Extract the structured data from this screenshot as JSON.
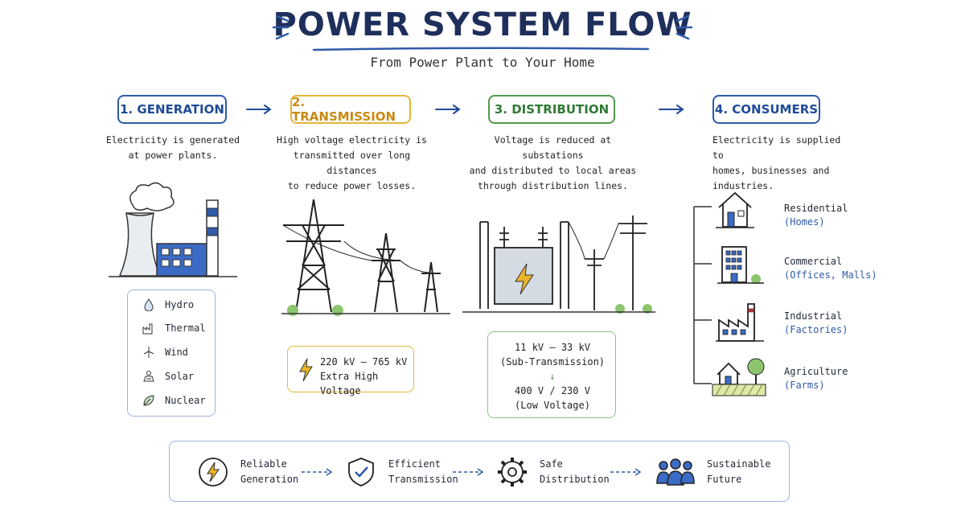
{
  "header": {
    "title": "POWER SYSTEM FLOW",
    "subtitle": "From Power Plant to Your Home"
  },
  "stages": [
    {
      "label": "1. GENERATION",
      "description": "Electricity is generated\nat power plants."
    },
    {
      "label": "2. TRANSMISSION",
      "description": "High voltage electricity is\ntransmitted over long distances\nto reduce power losses."
    },
    {
      "label": "3. DISTRIBUTION",
      "description": "Voltage is reduced at substations\nand distributed to local areas\nthrough distribution lines."
    },
    {
      "label": "4. CONSUMERS",
      "description": "Electricity is supplied to\nhomes, businesses and\nindustries."
    }
  ],
  "sources": [
    {
      "label": "Hydro",
      "icon": "water-drop-icon"
    },
    {
      "label": "Thermal",
      "icon": "factory-icon"
    },
    {
      "label": "Wind",
      "icon": "wind-turbine-icon"
    },
    {
      "label": "Solar",
      "icon": "solar-panel-icon"
    },
    {
      "label": "Nuclear",
      "icon": "leaf-icon"
    }
  ],
  "transmission_voltage": {
    "range": "220 kV – 765 kV",
    "label": "Extra High Voltage"
  },
  "distribution_voltage": {
    "high_range": "11 kV – 33 kV",
    "high_label": "(Sub-Transmission)",
    "low_range": "400 V / 230 V",
    "low_label": "(Low Voltage)",
    "arrow": "↓"
  },
  "consumers": [
    {
      "name": "Residential",
      "sub": "(Homes)",
      "icon": "house-icon"
    },
    {
      "name": "Commercial",
      "sub": "(Offices, Malls)",
      "icon": "office-building-icon"
    },
    {
      "name": "Industrial",
      "sub": "(Factories)",
      "icon": "factory-icon"
    },
    {
      "name": "Agriculture",
      "sub": "(Farms)",
      "icon": "farm-icon"
    }
  ],
  "footer": [
    {
      "line1": "Reliable",
      "line2": "Generation",
      "icon": "lightning-icon"
    },
    {
      "line1": "Efficient",
      "line2": "Transmission",
      "icon": "shield-check-icon"
    },
    {
      "line1": "Safe",
      "line2": "Distribution",
      "icon": "gear-icon"
    },
    {
      "line1": "Sustainable",
      "line2": "Future",
      "icon": "people-icon"
    }
  ],
  "colors": {
    "navy": "#1f2f5c",
    "blue": "#2f5aa8",
    "yellow": "#e2b736",
    "green": "#4f9a4c",
    "bolt": "#e9b62a"
  }
}
